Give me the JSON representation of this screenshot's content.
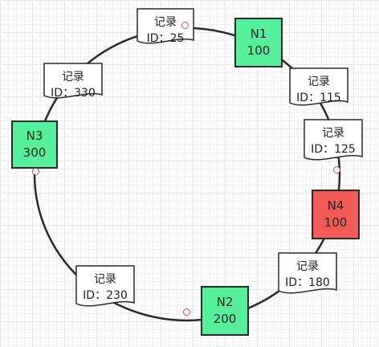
{
  "colors": {
    "node": "#55f09c",
    "node_alert": "#f25b55",
    "ring": "#2a2a2a",
    "port": "#c0504d"
  },
  "nodes": [
    {
      "name": "N1",
      "value": "100",
      "state": "normal"
    },
    {
      "name": "N3",
      "value": "300",
      "state": "normal"
    },
    {
      "name": "N4",
      "value": "100",
      "state": "alert"
    },
    {
      "name": "N2",
      "value": "200",
      "state": "normal"
    }
  ],
  "records": [
    {
      "label": "记录",
      "id": "ID：25"
    },
    {
      "label": "记录",
      "id": "ID：330"
    },
    {
      "label": "记录",
      "id": "ID：115"
    },
    {
      "label": "记录",
      "id": "ID：125"
    },
    {
      "label": "记录",
      "id": "ID：180"
    },
    {
      "label": "记录",
      "id": "ID：230"
    }
  ]
}
